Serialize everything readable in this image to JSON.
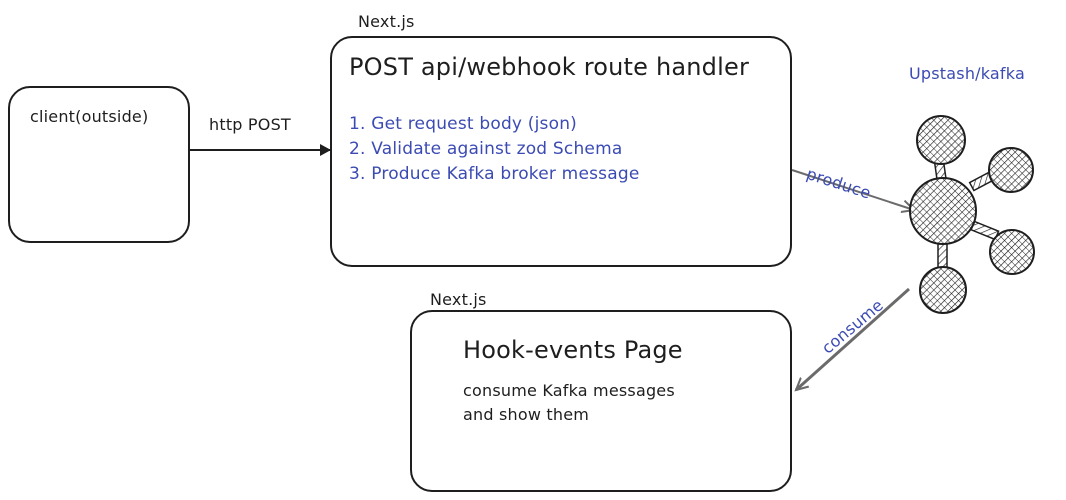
{
  "client": {
    "label": "client(outside)"
  },
  "edge_http": {
    "label": "http POST"
  },
  "handler": {
    "framework": "Next.js",
    "title": "POST api/webhook route handler",
    "steps": [
      "1. Get request body (json)",
      "2. Validate against zod Schema",
      "3. Produce Kafka broker message"
    ]
  },
  "kafka": {
    "label": "Upstash/kafka"
  },
  "edge_produce": {
    "label": "produce"
  },
  "edge_consume": {
    "label": "consume"
  },
  "page": {
    "framework": "Next.js",
    "title": "Hook-events Page",
    "desc_line1": "consume Kafka messages",
    "desc_line2": "and show them"
  },
  "colors": {
    "stroke": "#1e1e1e",
    "accent": "#3b4bb3",
    "edge": "#6b6b6b"
  },
  "icons": [
    "computer-icon",
    "kafka-cluster-icon"
  ]
}
